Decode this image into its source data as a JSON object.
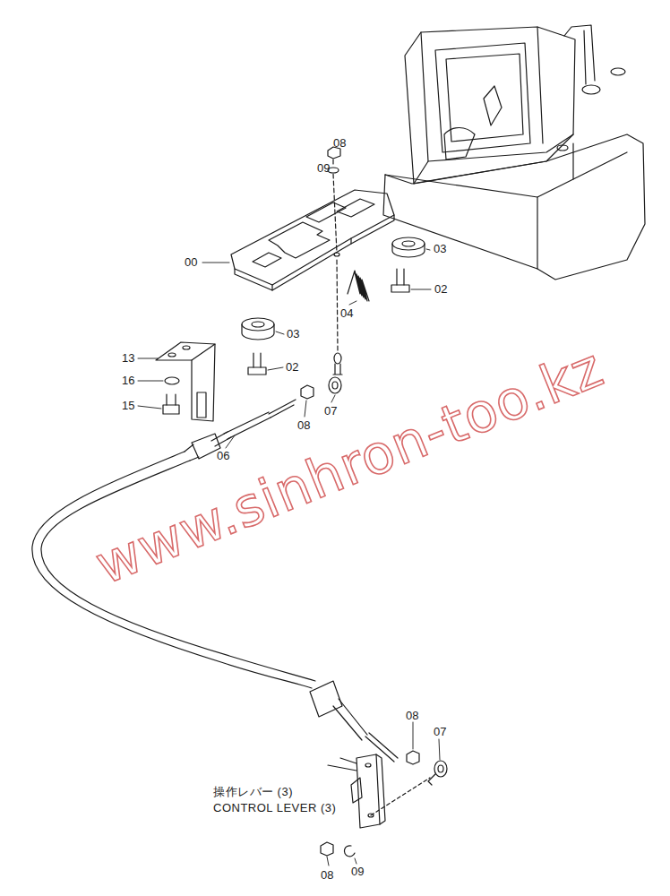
{
  "diagram": {
    "labels": [
      "08",
      "09",
      "00",
      "03",
      "02",
      "04",
      "03",
      "13",
      "02",
      "16",
      "15",
      "08",
      "07",
      "06",
      "08",
      "07",
      "操作レバー (3)",
      "CONTROL LEVER (3)",
      "08",
      "09",
      "www.sinhron-too.kz"
    ]
  }
}
